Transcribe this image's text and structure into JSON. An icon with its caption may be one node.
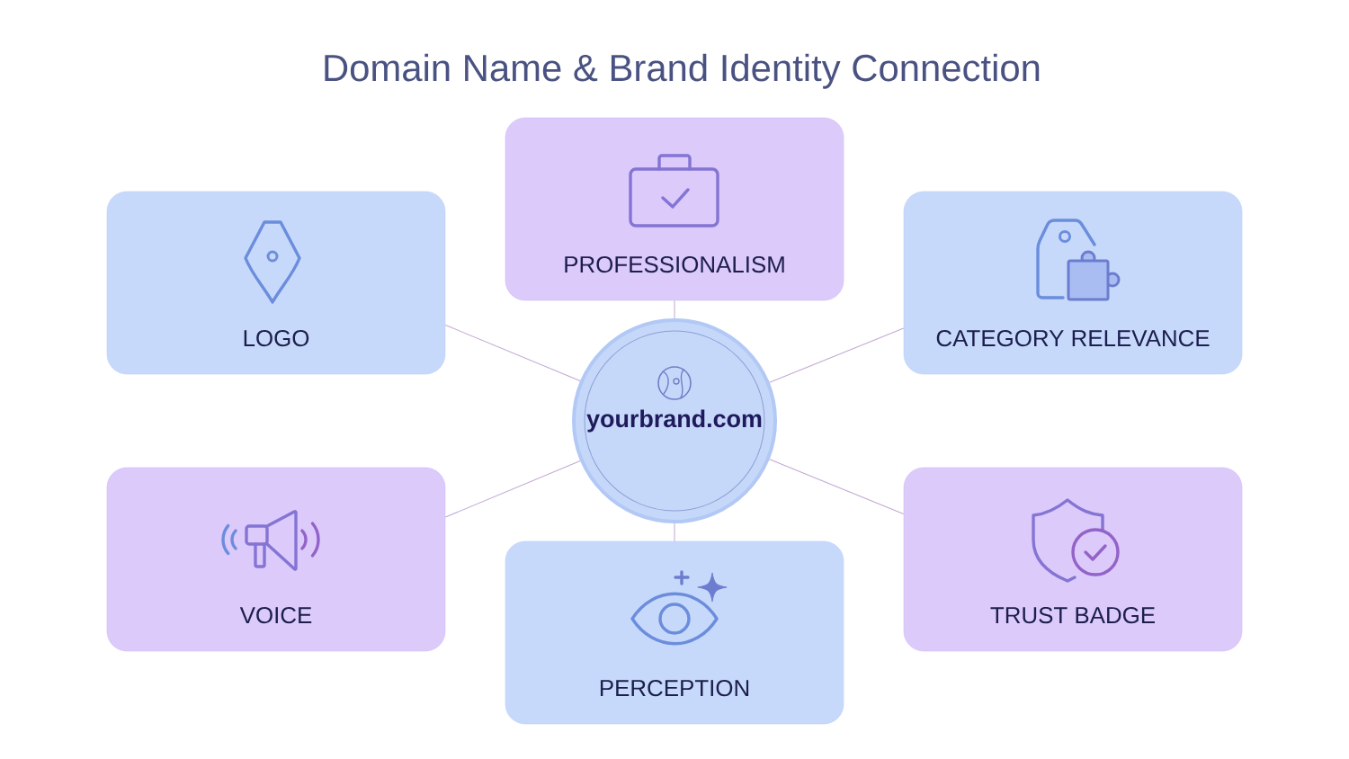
{
  "diagram": {
    "title": "Domain Name & Brand Identity Connection",
    "nodes": [
      {
        "text": [
          "PROFESSIONALISM"
        ]
      },
      {
        "text": [
          "LOGO"
        ]
      },
      {
        "text": [
          "CATEGORY RELEVANCE"
        ]
      },
      {
        "text": [
          "yourbrand.com"
        ]
      },
      {
        "text": [
          "VOICE"
        ]
      },
      {
        "text": [
          "TRUST BADGE"
        ]
      },
      {
        "text": [
          "PERCEPTION"
        ]
      }
    ],
    "edges": [
      {
        "from": 3,
        "to": 0,
        "arrow": "none"
      },
      {
        "from": 3,
        "to": 1,
        "arrow": "none"
      },
      {
        "from": 3,
        "to": 2,
        "arrow": "none"
      },
      {
        "from": 3,
        "to": 4,
        "arrow": "none"
      },
      {
        "from": 3,
        "to": 5,
        "arrow": "none"
      },
      {
        "from": 3,
        "to": 6,
        "arrow": "none"
      }
    ]
  }
}
